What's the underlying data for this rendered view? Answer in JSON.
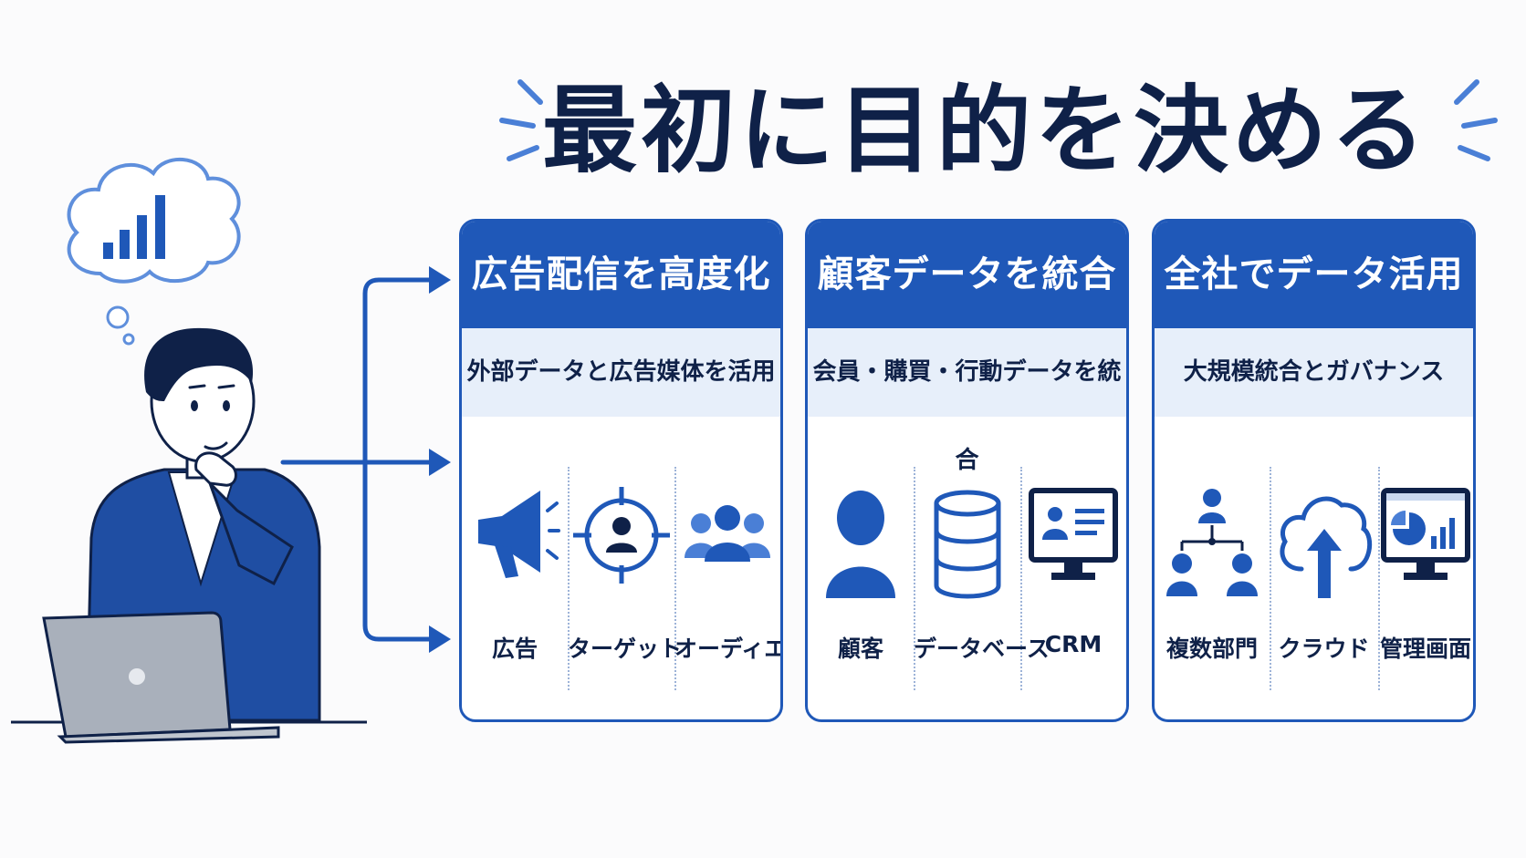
{
  "title": "最初に目的を決める",
  "colors": {
    "primary": "#1f58b8",
    "dark": "#0f2148",
    "light": "#e7effa"
  },
  "cards": [
    {
      "heading": "広告配信を高度化",
      "subtitle": "外部データと広告媒体を活用",
      "items": [
        {
          "label": "広告",
          "icon": "megaphone-icon"
        },
        {
          "label": "ターゲット",
          "icon": "target-person-icon"
        },
        {
          "label": "オーディエンス",
          "icon": "audience-group-icon"
        }
      ]
    },
    {
      "heading": "顧客データを統合",
      "subtitle": "会員・購買・行動データを統合",
      "items": [
        {
          "label": "顧客",
          "icon": "customer-person-icon"
        },
        {
          "label": "データベース",
          "icon": "database-icon"
        },
        {
          "label": "CRM",
          "icon": "crm-monitor-icon"
        }
      ]
    },
    {
      "heading": "全社でデータ活用",
      "subtitle": "大規模統合とガバナンス",
      "items": [
        {
          "label": "複数部門",
          "icon": "org-chart-icon"
        },
        {
          "label": "クラウド",
          "icon": "cloud-upload-icon"
        },
        {
          "label": "管理画面",
          "icon": "dashboard-monitor-icon"
        }
      ]
    }
  ]
}
